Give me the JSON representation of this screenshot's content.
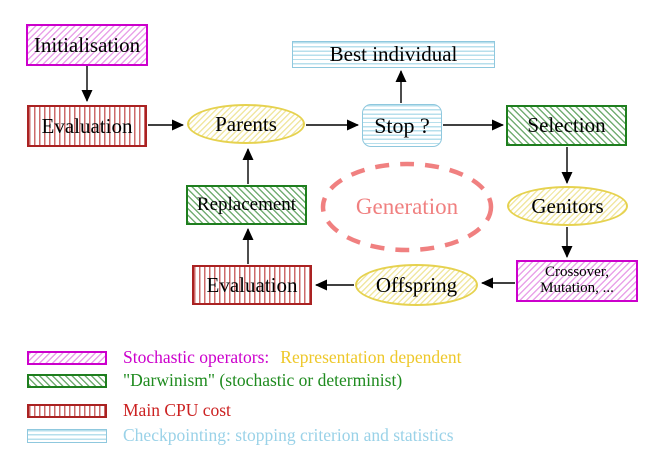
{
  "nodes": {
    "initialisation": "Initialisation",
    "evaluation_top": "Evaluation",
    "parents": "Parents",
    "best_individual": "Best individual",
    "stop": "Stop ?",
    "selection": "Selection",
    "genitors": "Genitors",
    "crossover_line1": "Crossover,",
    "crossover_line2": "Mutation, ...",
    "offspring": "Offspring",
    "evaluation_bottom": "Evaluation",
    "replacement": "Replacement",
    "generation": "Generation"
  },
  "legend": [
    {
      "label": "Stochastic operators:",
      "label2": "Representation dependent",
      "swatch": "magenta-diagonal-hatch",
      "label_color": "#CC00CC",
      "label2_color": "#EEC82A"
    },
    {
      "label": "\"Darwinism\" (stochastic or determinist)",
      "swatch": "green-diagonal-hatch",
      "label_color": "#1F8B1F"
    },
    {
      "label": "Main CPU cost",
      "swatch": "red-vertical-stripes",
      "label_color": "#CC2222"
    },
    {
      "label": "Checkpointing: stopping criterion and statistics",
      "swatch": "cyan-horizontal-stripes",
      "label_color": "#9AD2E8"
    }
  ],
  "colors": {
    "magenta_border": "#CC00CC",
    "magenta_hatch": "#E9A3E9",
    "green_border": "#1E7E1E",
    "green_hatch": "#74AE74",
    "red_border": "#AA2222",
    "red_stripe": "#CC6A6A",
    "cyan_border": "#8FC8DE",
    "cyan_stripe": "#B7DFEC",
    "yellow_border": "#E6D24F",
    "yellow_hatch": "#F1E7A2",
    "generation_coral": "#F08080",
    "arrow_black": "#000000"
  }
}
